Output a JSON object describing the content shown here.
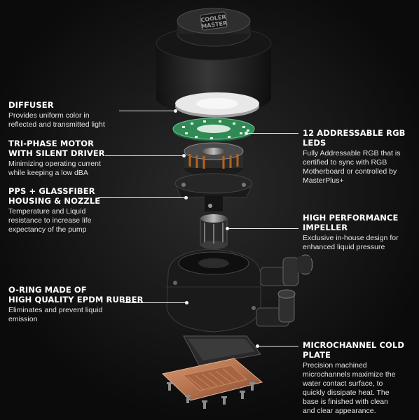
{
  "brand_logo_text": "COOLER MASTER",
  "callouts": {
    "diffuser": {
      "title": "DIFFUSER",
      "desc": "Provides uniform color in\nreflected and transmitted light"
    },
    "motor": {
      "title": "TRI-PHASE MOTOR\nWITH SILENT DRIVER",
      "desc": "Minimizing operating current\nwhile keeping a low dBA"
    },
    "housing": {
      "title": "PPS + GLASSFIBER\nHOUSING & NOZZLE",
      "desc": "Temperature and Liquid\nresistance to increase life\nexpectancy of the pump"
    },
    "oring": {
      "title": "O-RING MADE OF\nHIGH QUALITY EPDM RUBBER",
      "desc": "Eliminates and prevent liquid\nemission"
    },
    "leds": {
      "title": "12 ADDRESSABLE RGB LEDS",
      "desc": "Fully Addressable RGB that is\ncertified to sync with RGB\nMotherboard or controlled by\nMasterPlus+"
    },
    "impeller": {
      "title": "HIGH PERFORMANCE\nIMPELLER",
      "desc": "Exclusive in-house design for\nenhanced liquid pressure"
    },
    "coldplate": {
      "title": "MICROCHANNEL COLD PLATE",
      "desc": "Precision machined\nmicrochannels maximize the\nwater contact surface, to\nquickly dissipate heat. The\nbase is finished with clean\nand clear appearance."
    }
  }
}
